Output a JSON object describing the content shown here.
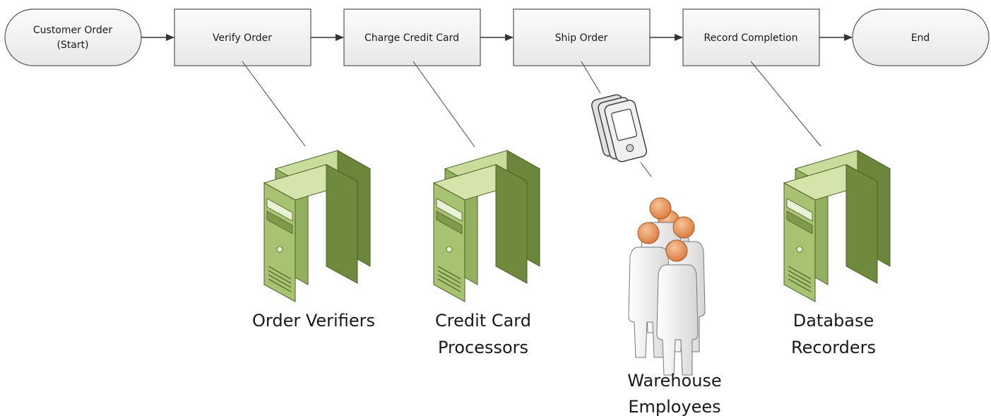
{
  "flow": {
    "start_line1": "Customer Order",
    "start_line2": "(Start)",
    "step1": "Verify Order",
    "step2": "Charge Credit Card",
    "step3": "Ship Order",
    "step4": "Record Completion",
    "end": "End"
  },
  "actors": {
    "verifiers": {
      "line1": "Order Verifiers",
      "icon": "server-icon"
    },
    "processors": {
      "line1": "Credit Card",
      "line2": "Processors",
      "icon": "server-icon"
    },
    "warehouse": {
      "line1": "Warehouse",
      "line2": "Employees",
      "icon": "people-icon",
      "device_icon": "handheld-devices-icon"
    },
    "recorders": {
      "line1": "Database",
      "line2": "Recorders",
      "icon": "server-icon"
    }
  },
  "colors": {
    "box_fill": "#f2f2f2",
    "box_stroke": "#555555",
    "server_green": "#8fae5a",
    "person_orange": "#e8975a"
  }
}
